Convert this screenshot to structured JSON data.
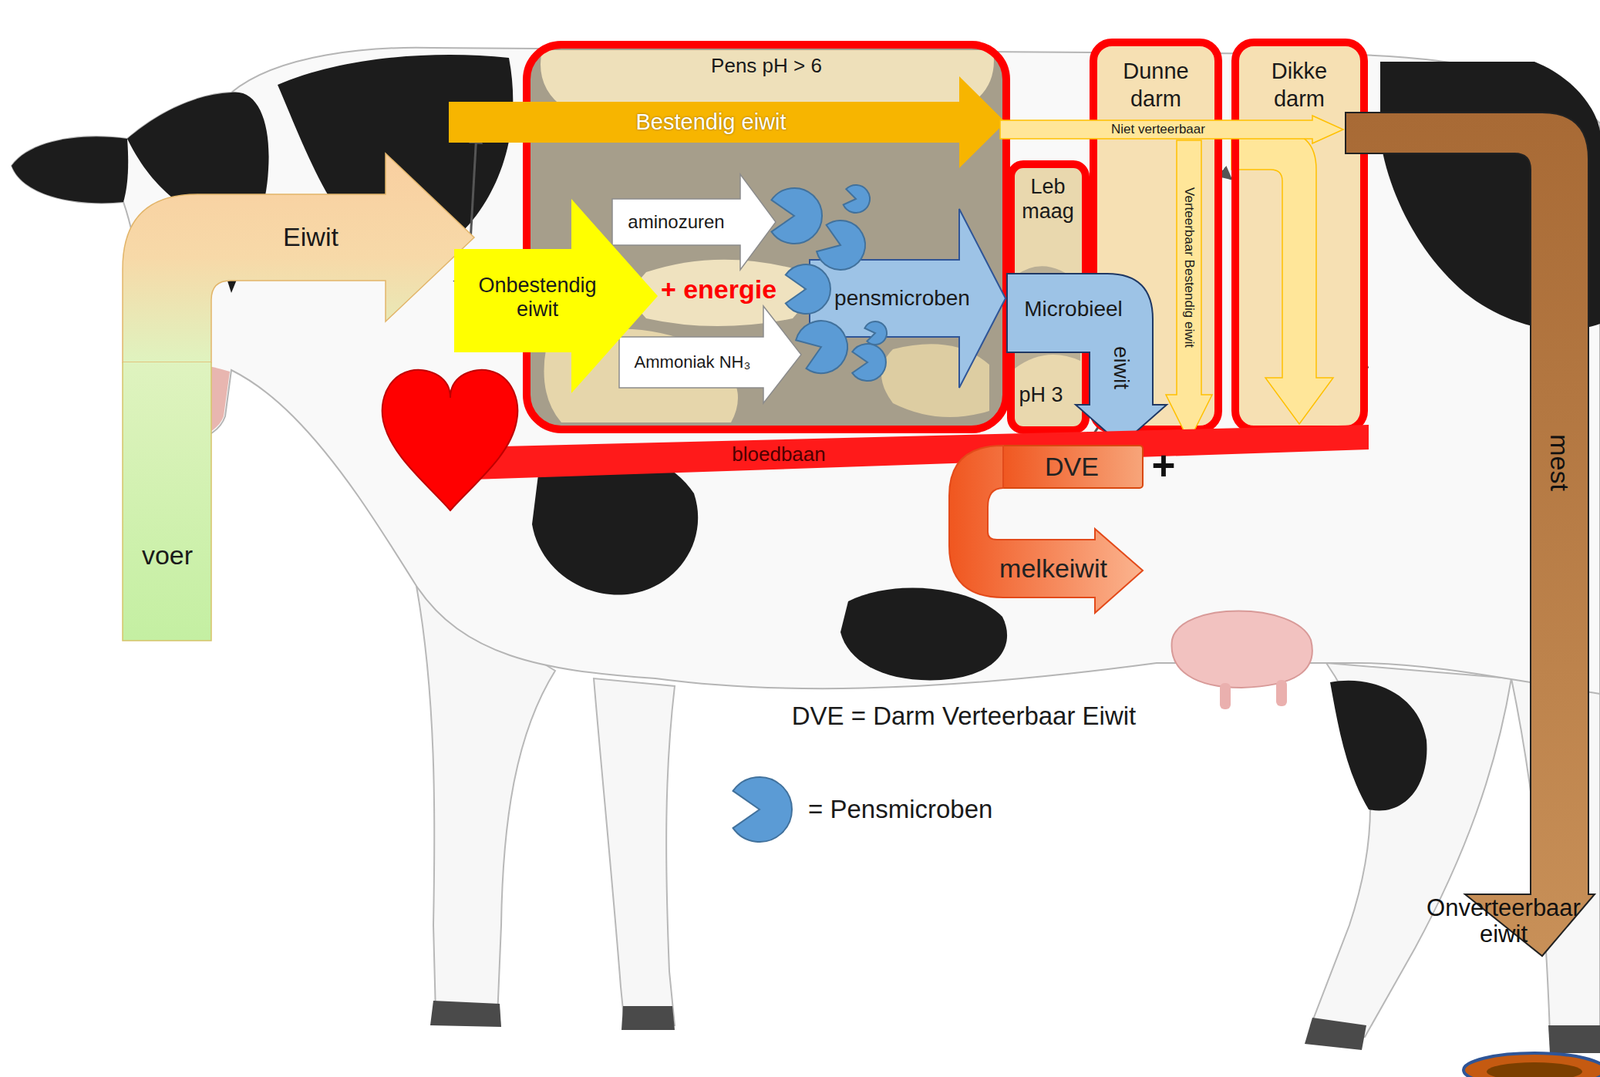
{
  "diagram": {
    "nodes": [
      {
        "text": [
          "Eiwit"
        ]
      },
      {
        "text": [
          "voer"
        ]
      },
      {
        "text": [
          "Pens pH > 6"
        ]
      },
      {
        "text": [
          "Bestendig eiwit"
        ]
      },
      {
        "text": [
          "Onbestendig eiwit"
        ]
      },
      {
        "text": [
          "aminozuren"
        ],
        "in": 2
      },
      {
        "text": [
          "Ammoniak NH₃"
        ],
        "in": 2
      },
      {
        "text": [
          "pensmicroben"
        ],
        "in": 2
      },
      {
        "text": [
          "Dunne darm"
        ]
      },
      {
        "text": [
          "Dikke darm"
        ]
      },
      {
        "text": [
          "Niet verteerbaar"
        ]
      },
      {
        "text": [
          "Leb maag",
          "pH 3"
        ]
      },
      {
        "text": [
          "Microbieel",
          "eiwit"
        ]
      },
      {
        "text": [
          "Verteerbaar Bestendig eiwit"
        ],
        "in": 8
      },
      {
        "text": [
          "bloedbaan"
        ]
      },
      {
        "text": [
          "DVE"
        ]
      },
      {
        "text": [
          "melkeiwit"
        ]
      },
      {
        "text": [
          "mest",
          "Onverteerbaar eiwit"
        ]
      }
    ],
    "edges": [
      {
        "from": 1,
        "to": 0,
        "arrow": "to"
      },
      {
        "from": 0,
        "to": 3,
        "arrow": "to"
      },
      {
        "from": 0,
        "to": 4,
        "arrow": "to"
      },
      {
        "from": 4,
        "to": 5,
        "arrow": "to"
      },
      {
        "from": 4,
        "to": 6,
        "arrow": "to"
      },
      {
        "from": 5,
        "to": 7,
        "arrow": "to"
      },
      {
        "from": 6,
        "to": 7,
        "arrow": "to"
      },
      {
        "from": 7,
        "to": 12,
        "arrow": "to"
      },
      {
        "from": 3,
        "to": 10,
        "arrow": "to"
      },
      {
        "from": 3,
        "to": 13,
        "arrow": "to"
      },
      {
        "from": 10,
        "to": 9,
        "arrow": "to"
      },
      {
        "from": 9,
        "to": 17,
        "arrow": "to"
      },
      {
        "from": 12,
        "to": 15,
        "arrow": "to"
      },
      {
        "from": 13,
        "to": 15,
        "arrow": "to"
      },
      {
        "from": 15,
        "to": 16,
        "arrow": "to"
      }
    ],
    "labels": [
      "+ energie",
      "+",
      "DVE = Darm Verteerbaar Eiwit"
    ],
    "legend": [
      {
        "text": "= Pensmicroben"
      }
    ]
  }
}
